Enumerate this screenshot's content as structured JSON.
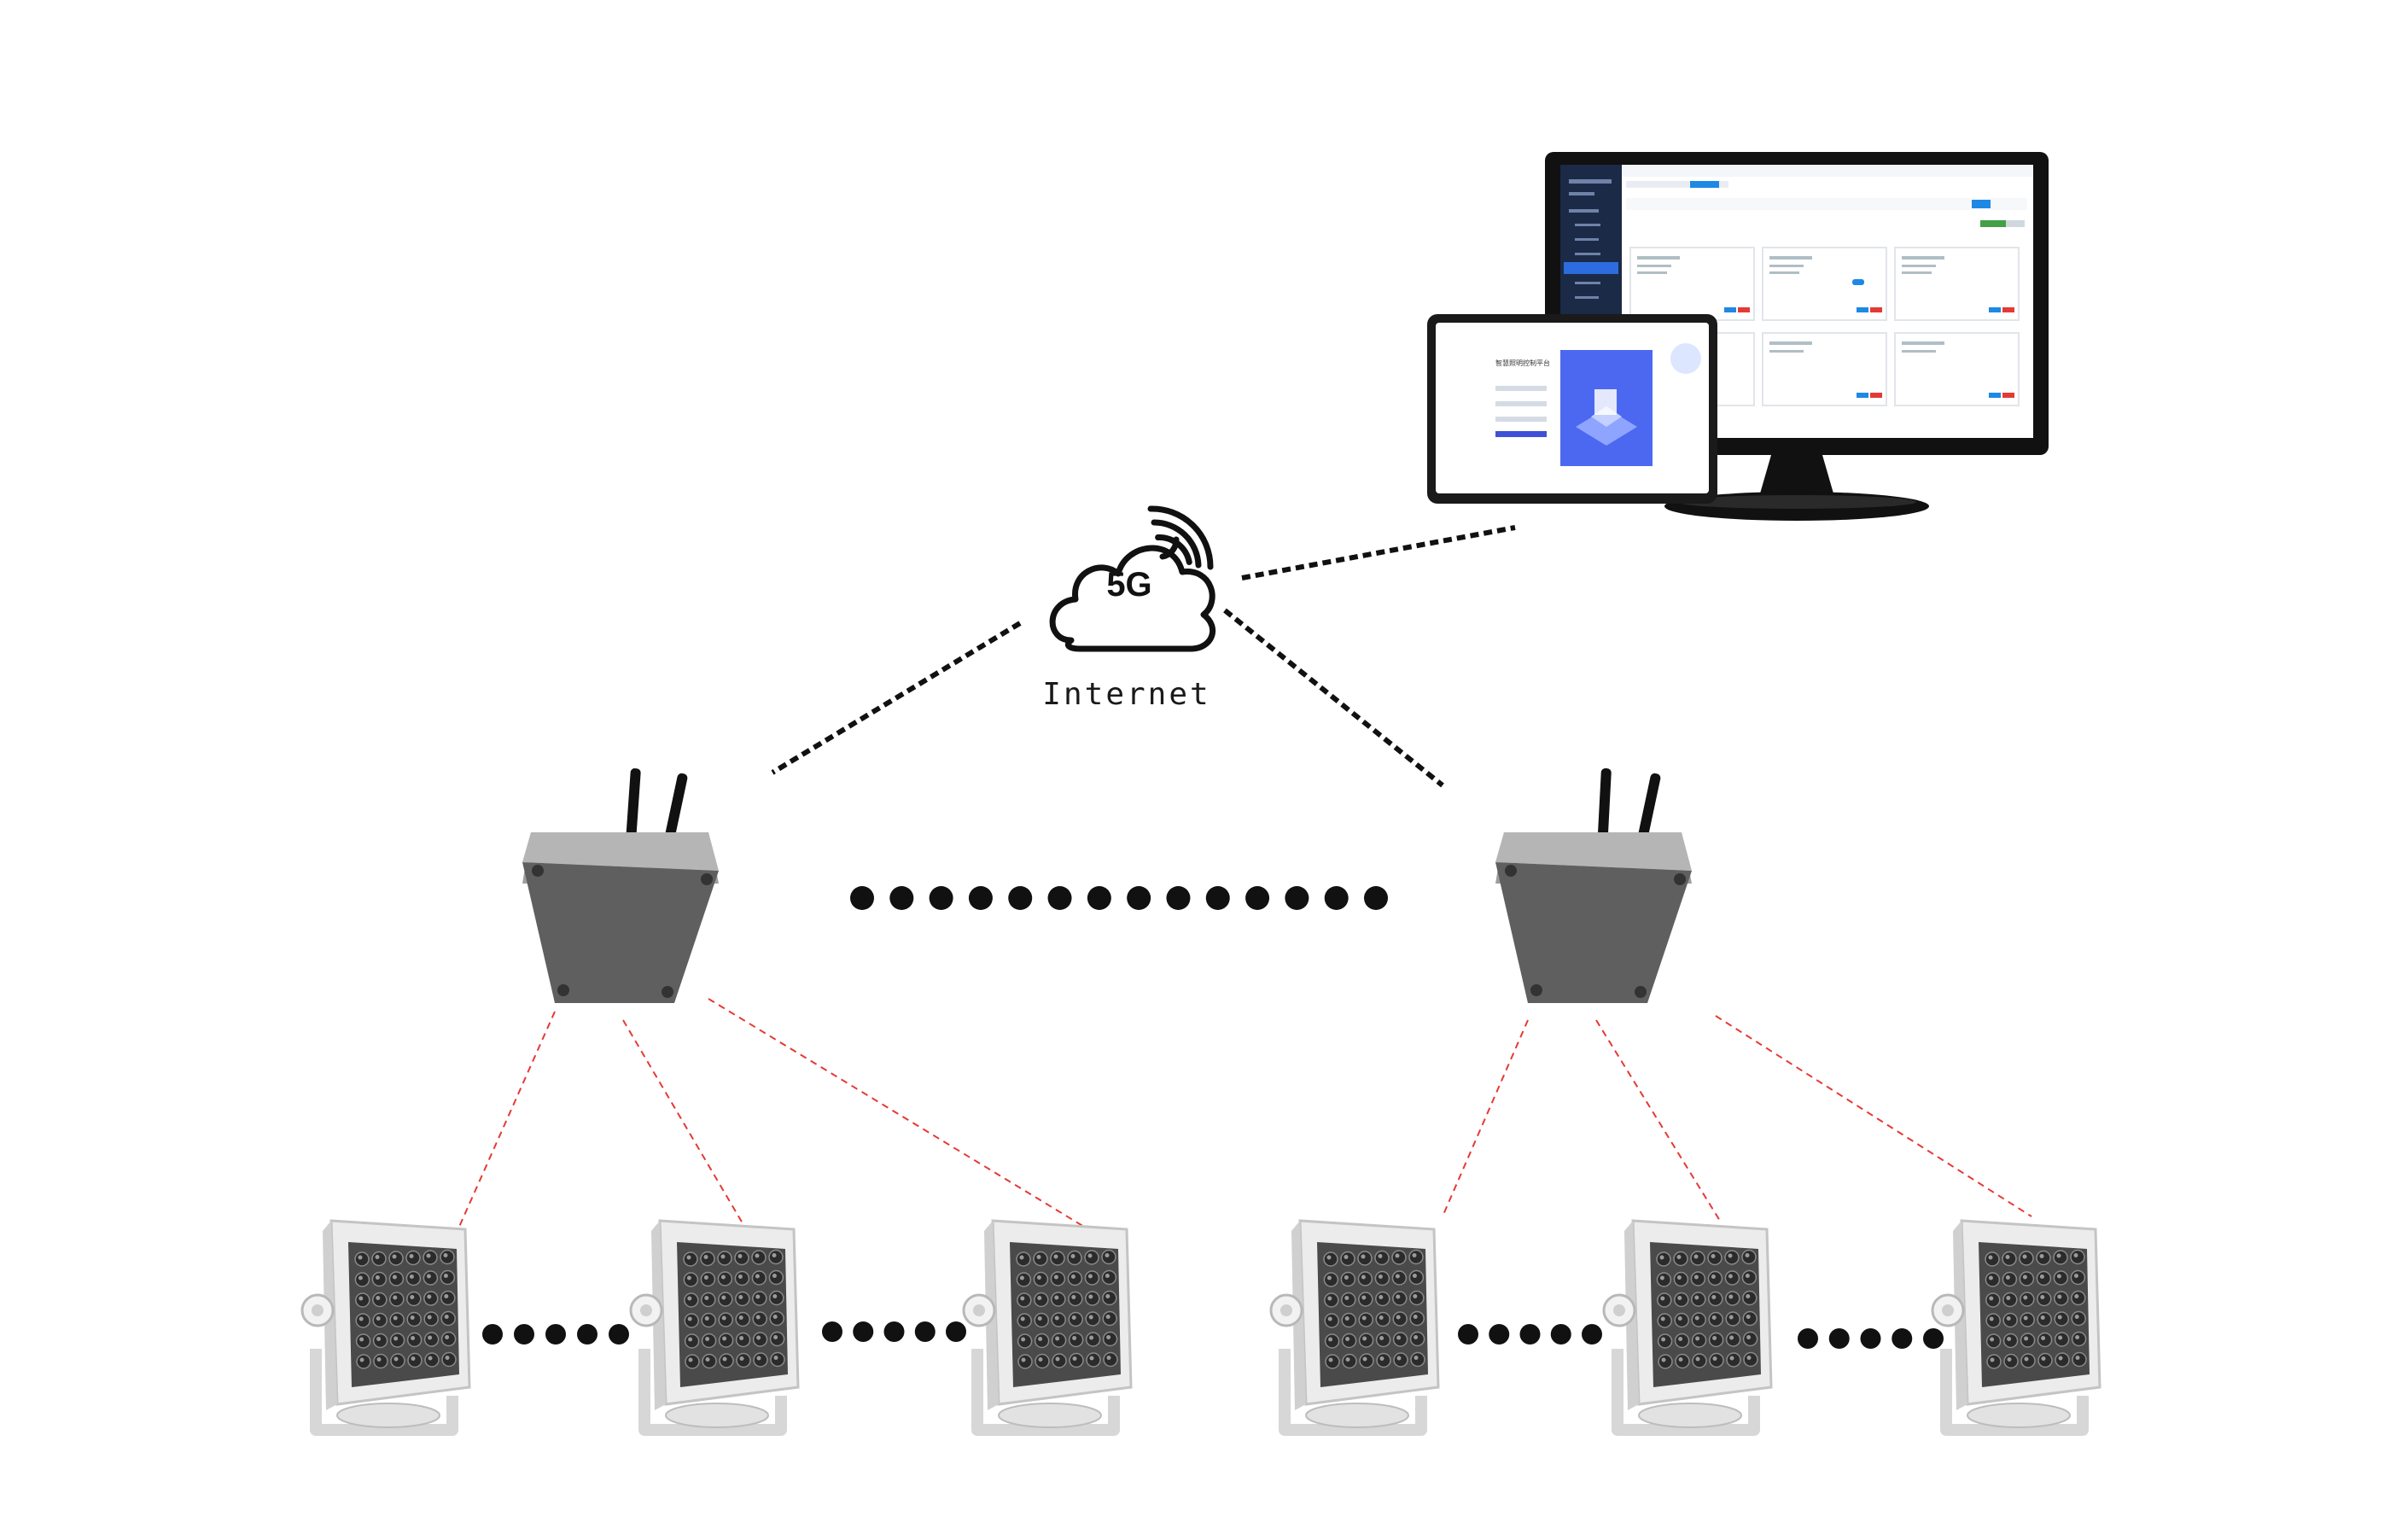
{
  "cloud": {
    "badge": "5G",
    "label": "Internet"
  },
  "login_panel": {
    "title": "智慧照明控制平台"
  },
  "colors": {
    "accent_blue": "#1e88e5",
    "gateway_body": "#5f5f5f",
    "lamp_body": "#ececec",
    "red_link": "#e53935",
    "dark_link": "#111111"
  },
  "icons": [
    "cloud-5g-icon",
    "signal-waves-icon",
    "gateway-device-icon",
    "ir-lamp-icon",
    "monitor-icon",
    "tablet-icon"
  ]
}
